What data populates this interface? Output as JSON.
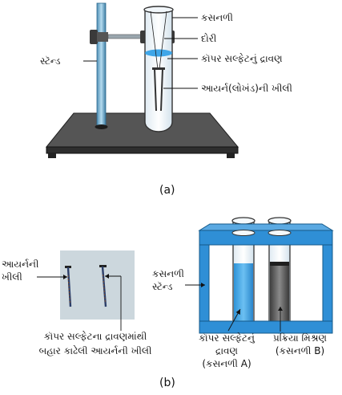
{
  "fig_a": {
    "label_test_tube": "કસનળી",
    "label_thread": "દોરી",
    "label_stand": "સ્ટૅન્ડ",
    "label_solution": "કૉપર સલ્ફેટનું દ્રાવણ",
    "label_nail": "આયર્ન(લોખંડ)ની ખીલી",
    "caption": "(a)"
  },
  "fig_b": {
    "label_iron_nail_line1": "આયર્નની",
    "label_iron_nail_line2": "ખીલી",
    "label_removed_nail_line1": "કૉપર સલ્ફેટના દ્રાવણમાંથી",
    "label_removed_nail_line2": "બહાર કાઢેલી આયર્નની ખીલી",
    "label_stand_line1": "કસનળી",
    "label_stand_line2": "સ્ટૅન્ડ",
    "label_tube_a_line1": "કૉપર સલ્ફેટનું",
    "label_tube_a_line2": "દ્રાવણ",
    "label_tube_a_line3": "(કસનળી A)",
    "label_tube_b_line1": "પ્રક્રિયા મિશ્રણ",
    "label_tube_b_line2": "(કસનળી B)",
    "caption": "(b)"
  },
  "colors": {
    "solution_blue": "#3fa6e8",
    "stand_blue": "#2f8fd6",
    "base_dark": "#4a4a4a",
    "rod_blue": "#7fb8d8",
    "mixture_dark": "#5a5a5a"
  }
}
